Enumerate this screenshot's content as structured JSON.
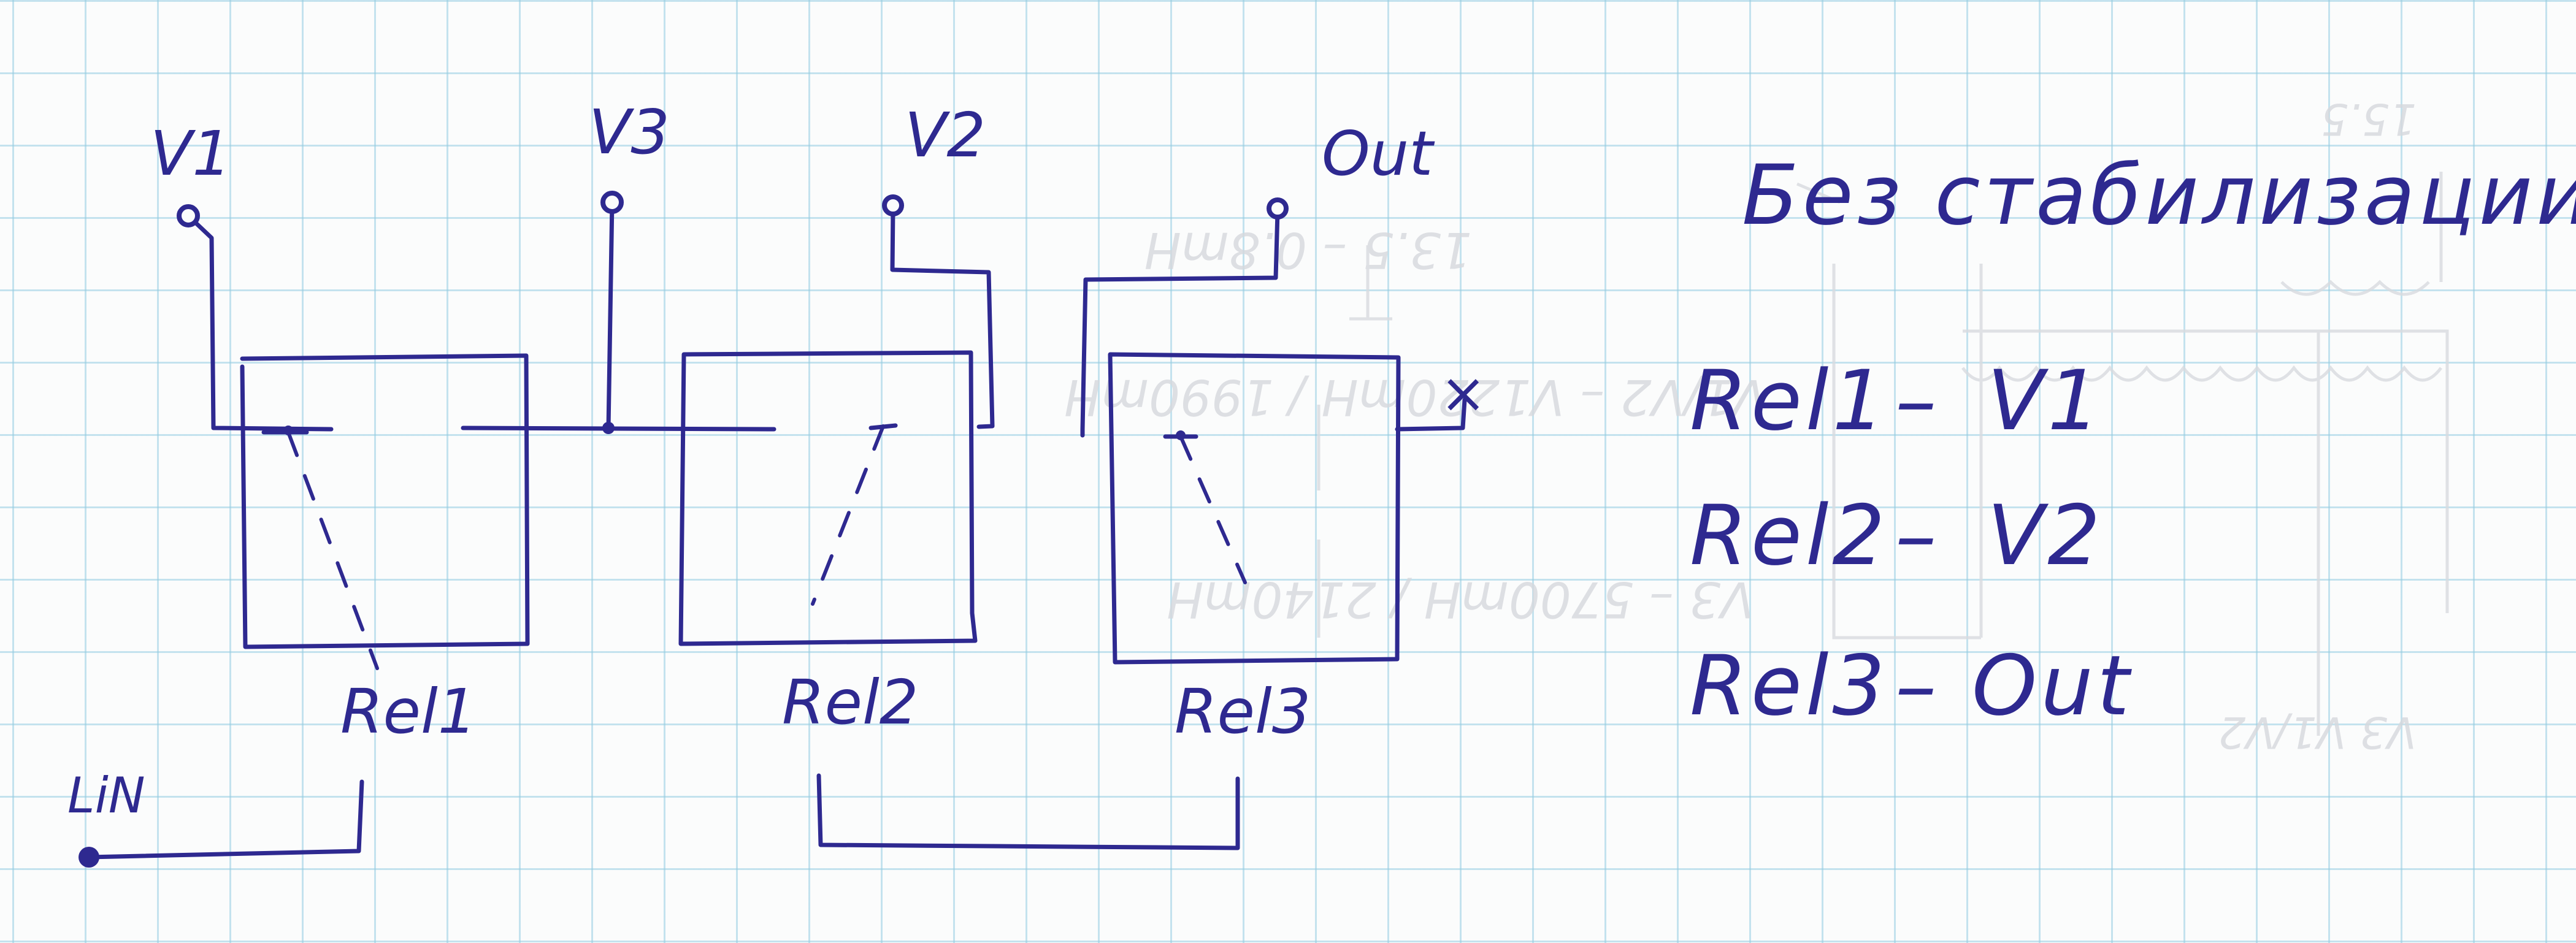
{
  "terminals": {
    "v1": "V1",
    "v3": "V3",
    "v2": "V2",
    "out": "Out",
    "lin": "LiN"
  },
  "relays": {
    "rel1": "Rel1",
    "rel2": "Rel2",
    "rel3": "Rel3"
  },
  "unconnected_mark": "×",
  "notes": {
    "heading": "Без стабилизации",
    "mapping": [
      {
        "relay": "Rel1",
        "dash": "–",
        "signal": "V1"
      },
      {
        "relay": "Rel2",
        "dash": "–",
        "signal": "V2"
      },
      {
        "relay": "Rel3",
        "dash": "–",
        "signal": "Out"
      }
    ]
  },
  "colors": {
    "ink": "#2e2990",
    "grid": "#96cde1",
    "paper": "#fbfcfc"
  }
}
